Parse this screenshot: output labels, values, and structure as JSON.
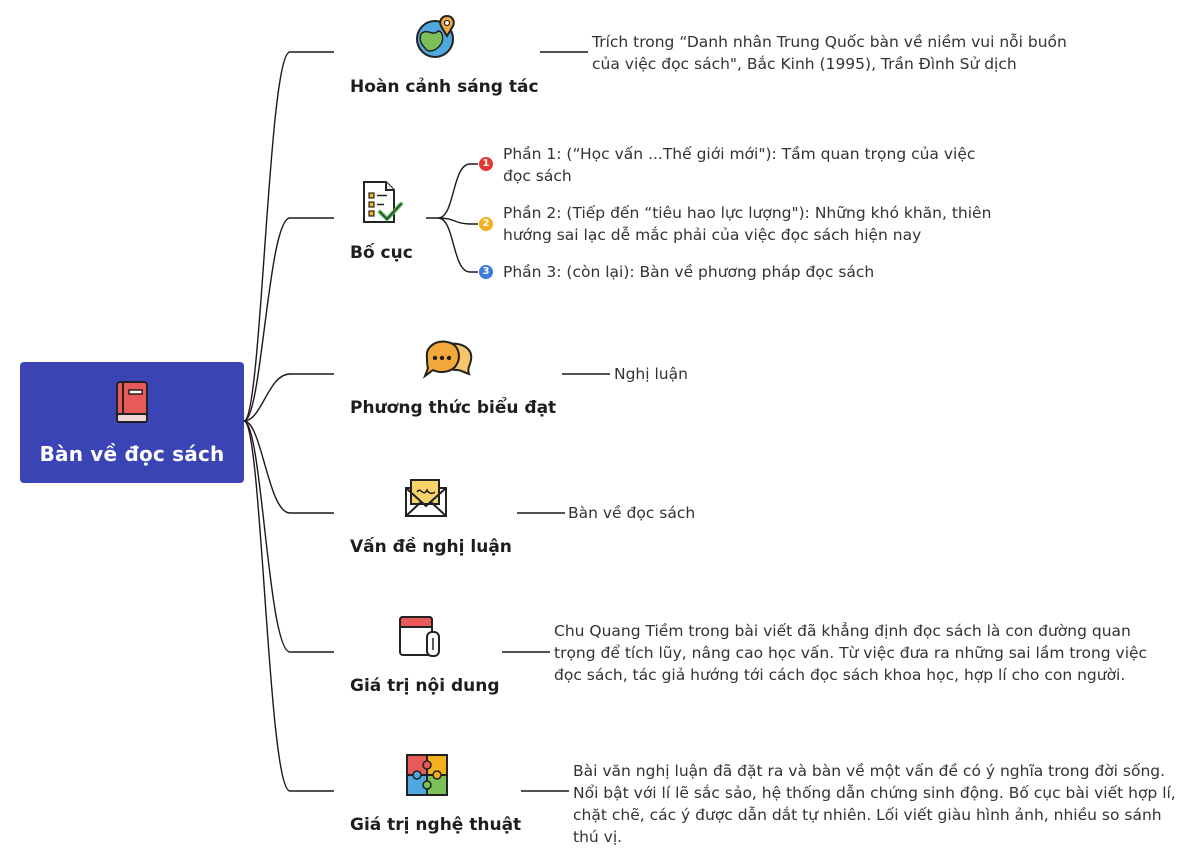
{
  "root": {
    "title": "Bàn về đọc sách",
    "icon": "book-icon"
  },
  "branches": [
    {
      "title": "Hoàn cảnh sáng tác",
      "icon": "globe-pin-icon",
      "detail": "Trích trong “Danh nhân Trung Quốc bàn về niềm vui nỗi buồn của việc đọc sách\", Bắc Kinh (1995), Trần Đình Sử dịch"
    },
    {
      "title": "Bố cục",
      "icon": "checklist-icon",
      "parts": [
        {
          "number": "1",
          "text": "Phần 1: (“Học vấn ...Thế giới mới\"): Tầm quan trọng của việc đọc sách"
        },
        {
          "number": "2",
          "text": "Phần 2: (Tiếp đến “tiêu hao lực lượng\"): Những khó khăn, thiên hướng sai lạc dễ mắc phải của việc đọc sách hiện nay"
        },
        {
          "number": "3",
          "text": "Phần 3: (còn lại): Bàn về phương pháp đọc sách"
        }
      ]
    },
    {
      "title": "Phương thức biểu đạt",
      "icon": "speech-bubbles-icon",
      "detail": "Nghị luận"
    },
    {
      "title": "Vấn đề nghị luận",
      "icon": "envelope-letter-icon",
      "detail": "Bàn về đọc sách"
    },
    {
      "title": "Giá trị nội dung",
      "icon": "calendar-icon",
      "detail": "Chu Quang Tiềm trong bài viết đã khẳng định đọc sách là con đường quan trọng để tích lũy, nâng cao học vấn. Từ việc đưa ra những sai lầm trong việc đọc sách, tác giả hướng tới cách đọc sách khoa học, hợp lí cho con người."
    },
    {
      "title": "Giá trị nghệ thuật",
      "icon": "puzzle-icon",
      "detail": "Bài văn nghị luận đã đặt ra và bàn về một vấn đề có ý nghĩa trong đời sống. Nổi bật với lí lẽ sắc sảo, hệ thống dẫn chứng sinh động. Bố cục bài viết hợp lí, chặt chẽ, các ý được dẫn dắt tự nhiên. Lối viết giàu hình ảnh, nhiều so sánh thú vị."
    }
  ],
  "colors": {
    "root_bg": "#3a44b5",
    "num1": "#e53935",
    "num2": "#f2b01e",
    "num3": "#3b7ddd"
  }
}
